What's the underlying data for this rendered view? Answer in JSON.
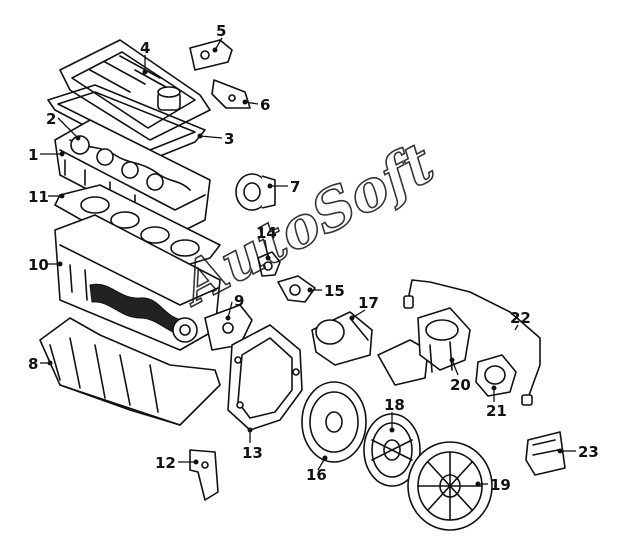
{
  "watermark": "AutoSoft",
  "labels": [
    "1",
    "2",
    "3",
    "4",
    "5",
    "6",
    "7",
    "8",
    "9",
    "10",
    "11",
    "12",
    "13",
    "14",
    "15",
    "16",
    "17",
    "18",
    "19",
    "20",
    "21",
    "22",
    "23"
  ]
}
